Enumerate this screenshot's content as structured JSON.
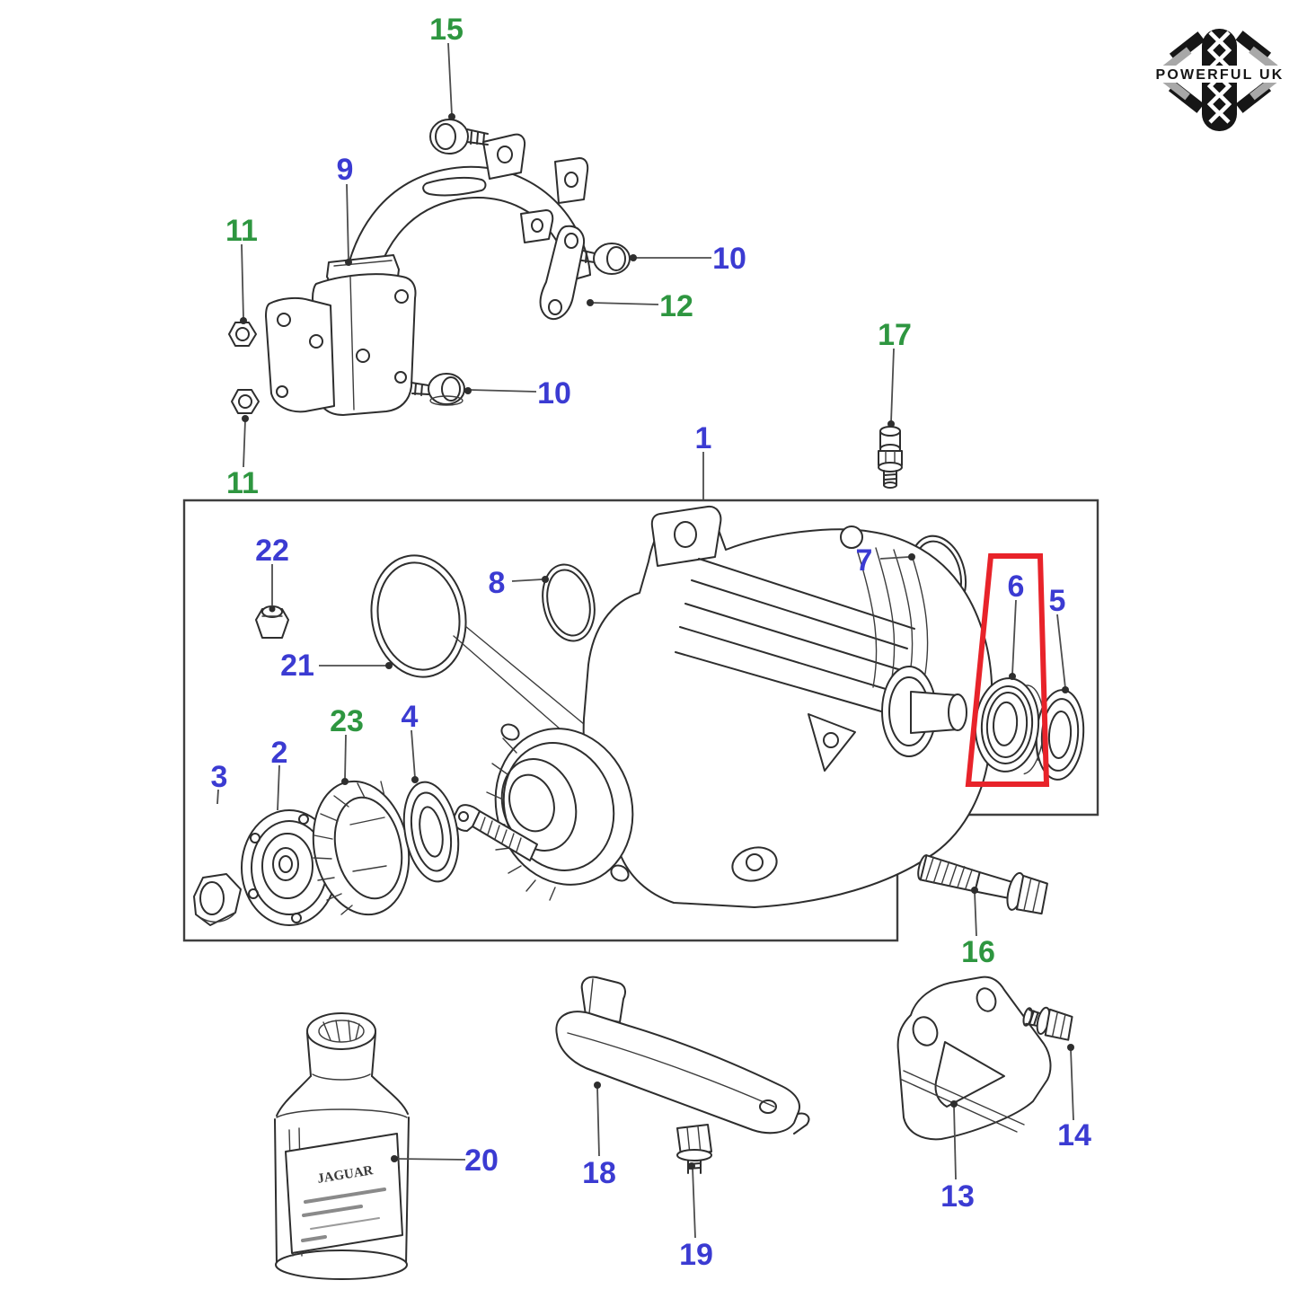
{
  "colors": {
    "label_blue": "#3B3BD2",
    "label_green": "#2E9640",
    "highlight_red": "#E8232A",
    "line_dark": "#2e2e2e",
    "logo_black": "#161616",
    "logo_gray": "#A8A8A8"
  },
  "logo": {
    "title": "POWERFUL UK"
  },
  "bottle": {
    "brand": "JAGUAR"
  },
  "highlight": {
    "part": "6"
  },
  "labels": [
    {
      "num": "15",
      "color": "green"
    },
    {
      "num": "9",
      "color": "blue"
    },
    {
      "num": "11",
      "color": "green"
    },
    {
      "num": "10",
      "color": "blue"
    },
    {
      "num": "12",
      "color": "green"
    },
    {
      "num": "10",
      "color": "blue"
    },
    {
      "num": "17",
      "color": "green"
    },
    {
      "num": "11",
      "color": "green"
    },
    {
      "num": "1",
      "color": "blue"
    },
    {
      "num": "22",
      "color": "blue"
    },
    {
      "num": "8",
      "color": "blue"
    },
    {
      "num": "7",
      "color": "blue"
    },
    {
      "num": "6",
      "color": "blue"
    },
    {
      "num": "5",
      "color": "blue"
    },
    {
      "num": "21",
      "color": "blue"
    },
    {
      "num": "23",
      "color": "green"
    },
    {
      "num": "4",
      "color": "blue"
    },
    {
      "num": "2",
      "color": "blue"
    },
    {
      "num": "3",
      "color": "blue"
    },
    {
      "num": "16",
      "color": "green"
    },
    {
      "num": "14",
      "color": "blue"
    },
    {
      "num": "13",
      "color": "blue"
    },
    {
      "num": "20",
      "color": "blue"
    },
    {
      "num": "18",
      "color": "blue"
    },
    {
      "num": "19",
      "color": "blue"
    }
  ]
}
